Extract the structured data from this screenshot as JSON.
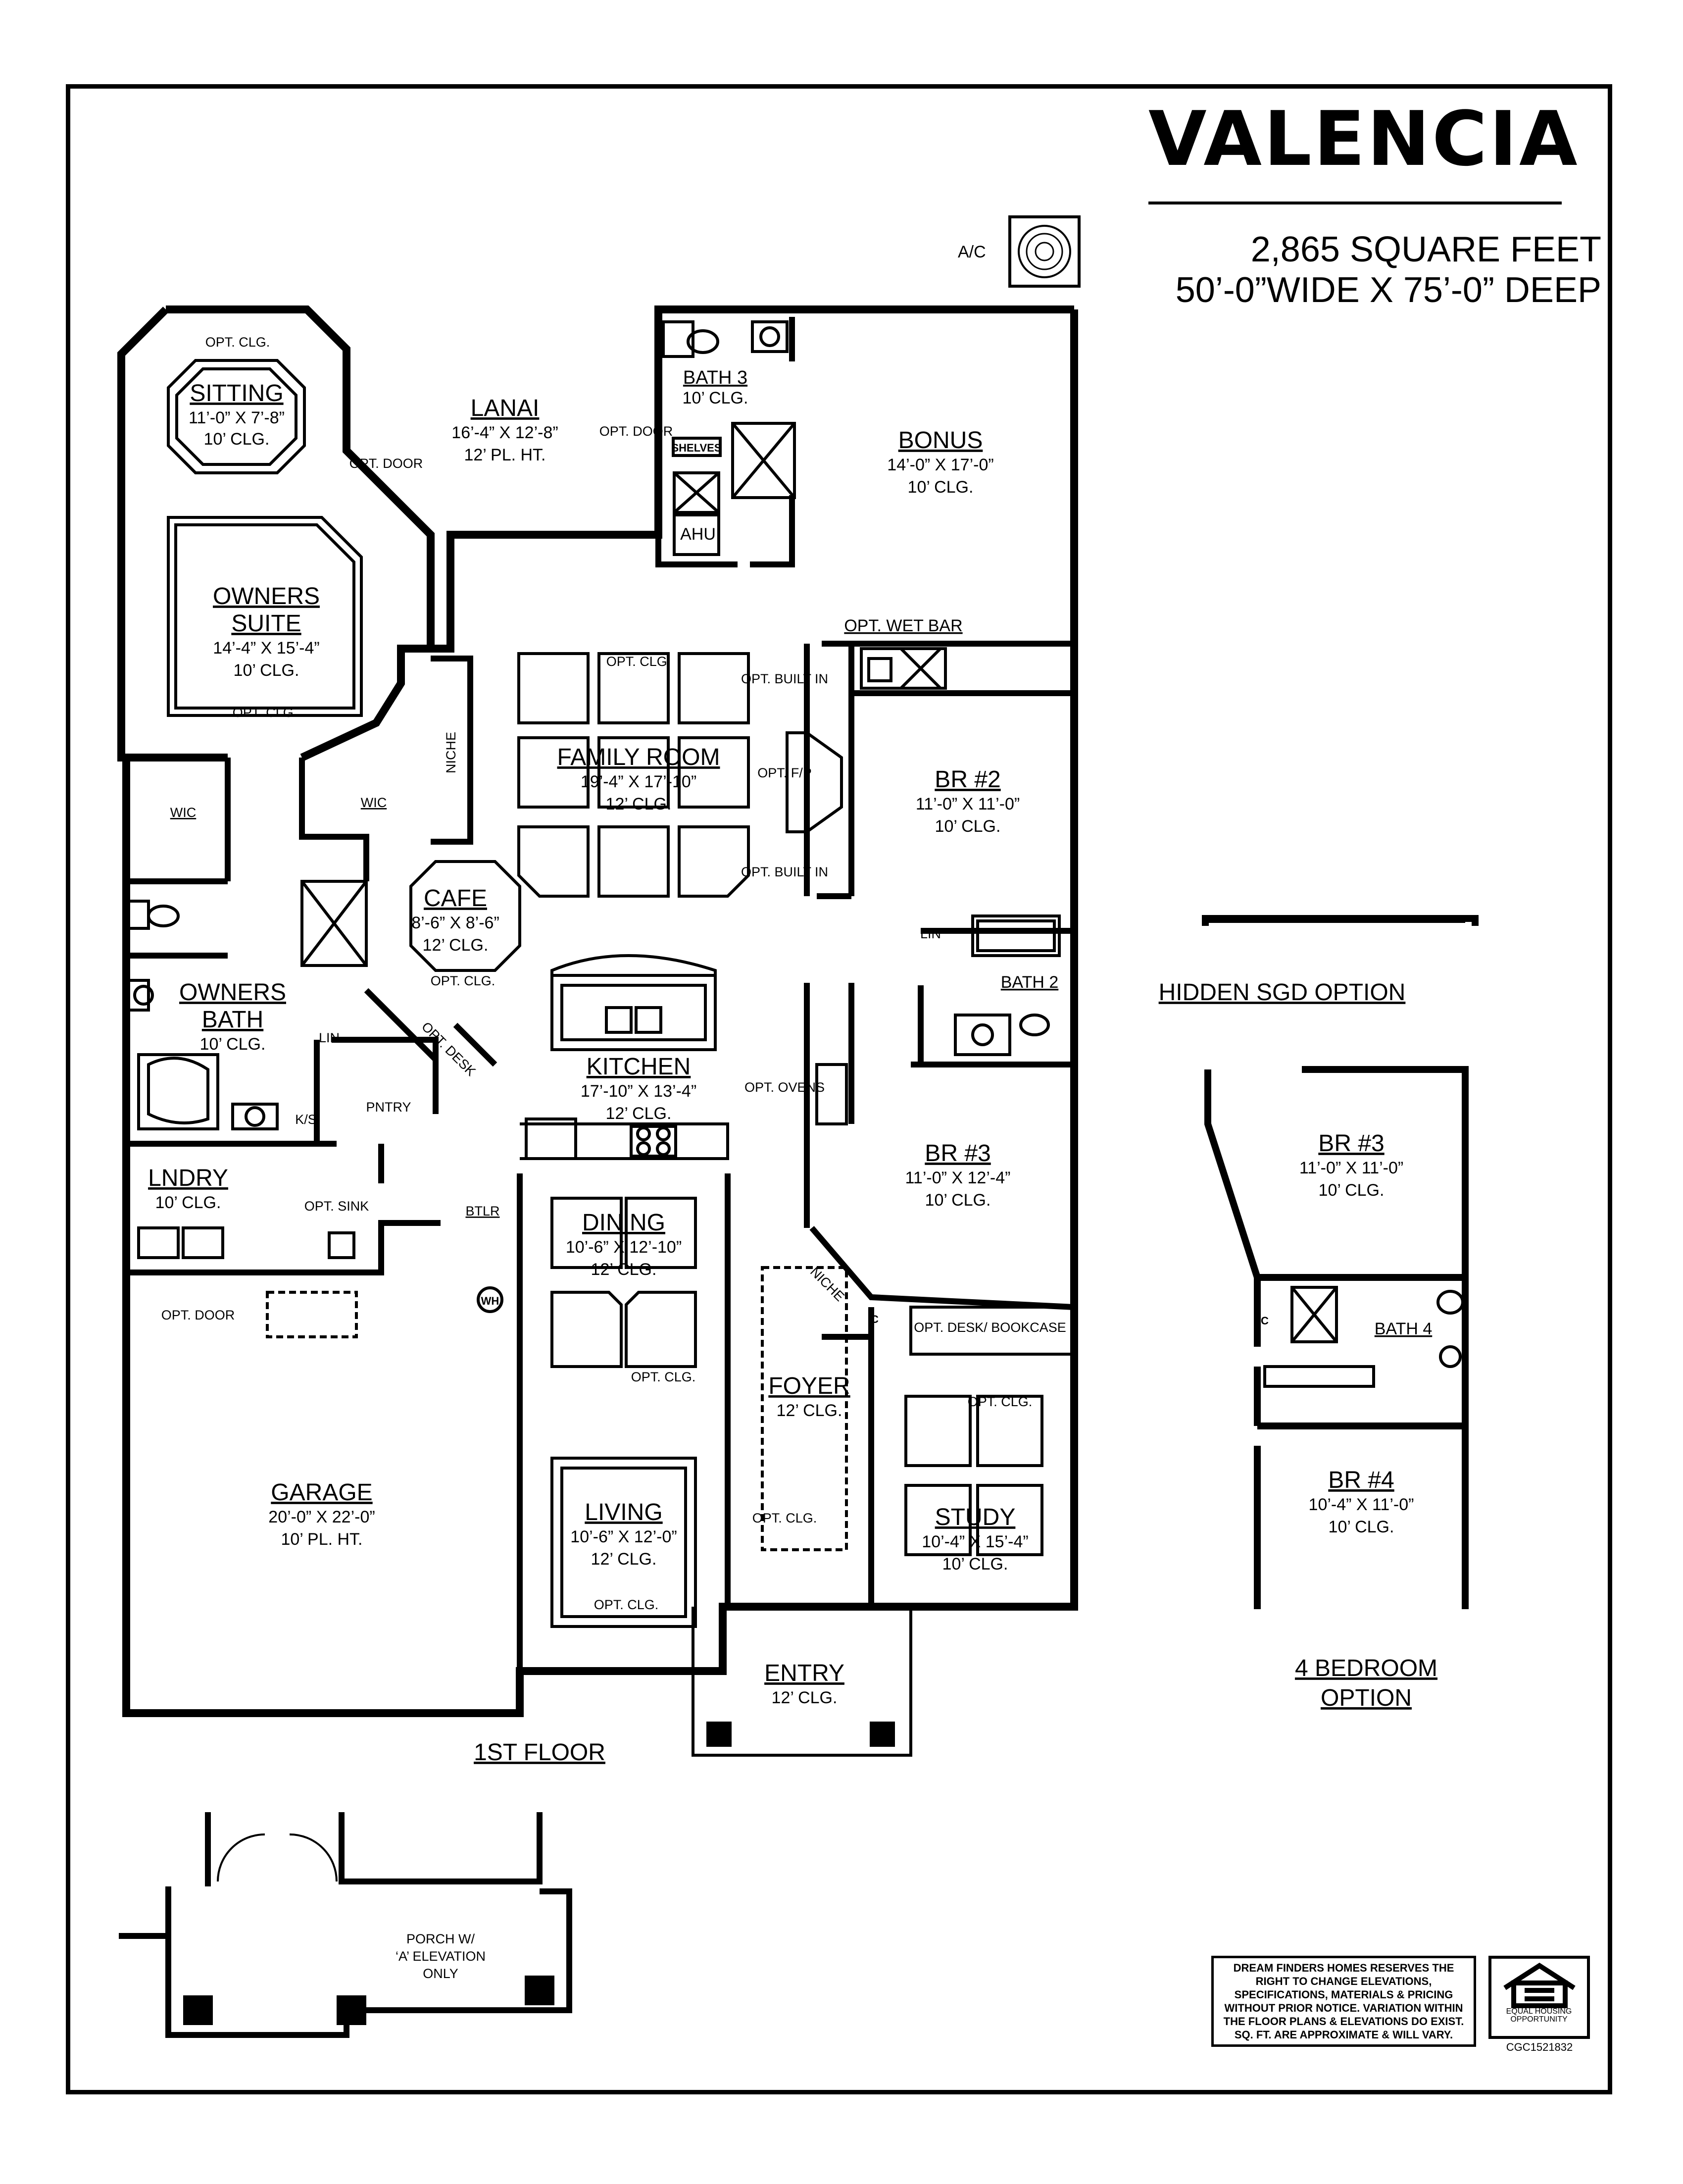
{
  "header": {
    "title": "VALENCIA",
    "sqft": "2,865 SQUARE FEET",
    "dimensions": "50’-0”WIDE X 75’-0” DEEP"
  },
  "equipment": {
    "ac_label": "A/C"
  },
  "rooms": {
    "sitting": {
      "name": "SITTING",
      "dim": "11’-0” X 7’-8”",
      "clg": "10’ CLG."
    },
    "lanai": {
      "name": "LANAI",
      "dim": "16’-4” X 12’-8”",
      "clg": "12’ PL. HT."
    },
    "bath3": {
      "name": "BATH 3",
      "clg": "10’ CLG."
    },
    "bonus": {
      "name": "BONUS",
      "dim": "14’-0” X 17’-0”",
      "clg": "10’ CLG."
    },
    "owners_suite": {
      "name1": "OWNERS",
      "name2": "SUITE",
      "dim": "14’-4” X 15’-4”",
      "clg": "10’ CLG."
    },
    "family": {
      "name": "FAMILY ROOM",
      "dim": "19’-4” X 17’-10”",
      "clg": "12’ CLG."
    },
    "br2": {
      "name": "BR #2",
      "dim": "11’-0” X 11’-0”",
      "clg": "10’ CLG."
    },
    "cafe": {
      "name": "CAFE",
      "dim": "8’-6” X 8’-6”",
      "clg": "12’ CLG."
    },
    "owners_bath": {
      "name1": "OWNERS",
      "name2": "BATH",
      "clg": "10’ CLG."
    },
    "bath2": {
      "name": "BATH 2"
    },
    "kitchen": {
      "name": "KITCHEN",
      "dim": "17’-10” X 13’-4”",
      "clg": "12’ CLG."
    },
    "br3": {
      "name": "BR #3",
      "dim": "11’-0” X 12’-4”",
      "clg": "10’ CLG."
    },
    "laundry": {
      "name": "LNDRY",
      "clg": "10’ CLG."
    },
    "dining": {
      "name": "DINING",
      "dim": "10’-6” X 12’-10”",
      "clg": "12’ CLG."
    },
    "foyer": {
      "name": "FOYER",
      "clg": "12’ CLG."
    },
    "garage": {
      "name": "GARAGE",
      "dim": "20’-0” X 22’-0”",
      "clg": "10’ PL. HT."
    },
    "living": {
      "name": "LIVING",
      "dim": "10’-6” X 12’-0”",
      "clg": "12’ CLG."
    },
    "study": {
      "name": "STUDY",
      "dim": "10’-4” X 15’-4”",
      "clg": "10’ CLG."
    },
    "entry": {
      "name": "ENTRY",
      "clg": "12’ CLG."
    }
  },
  "small_labels": {
    "opt_clg": "OPT. CLG.",
    "opt_door": "OPT. DOOR",
    "shelves": "SHELVES",
    "ahu": "AHU",
    "opt_wet_bar": "OPT. WET BAR",
    "opt_built_in": "OPT. BUILT IN",
    "opt_fp": "OPT. F/P",
    "niche": "NICHE",
    "wic": "WIC",
    "lin": "LIN",
    "opt_desk": "OPT. DESK",
    "pntry": "PNTRY",
    "ks": "K/S",
    "opt_ovens": "OPT. OVENS",
    "opt_sink": "OPT. SINK",
    "btlr": "BTLR",
    "wh": "WH",
    "c": "C",
    "opt_desk_bookcase": "OPT. DESK/ BOOKCASE"
  },
  "captions": {
    "first_floor": "1ST FLOOR",
    "hidden_sgd": "HIDDEN SGD OPTION",
    "four_bedroom_1": "4 BEDROOM",
    "four_bedroom_2": "OPTION",
    "porch_1": "PORCH W/",
    "porch_2": "‘A’ ELEVATION",
    "porch_3": "ONLY"
  },
  "option_rooms": {
    "br3": {
      "name": "BR #3",
      "dim": "11’-0” X 11’-0”",
      "clg": "10’ CLG."
    },
    "bath4": {
      "name": "BATH 4"
    },
    "br4": {
      "name": "BR #4",
      "dim": "10’-4” X 11’-0”",
      "clg": "10’ CLG."
    }
  },
  "footer": {
    "disclaimer": "DREAM FINDERS HOMES RESERVES THE RIGHT TO CHANGE ELEVATIONS, SPECIFICATIONS, MATERIALS & PRICING WITHOUT PRIOR NOTICE. VARIATION WITHIN THE FLOOR PLANS & ELEVATIONS DO EXIST. SQ. FT. ARE APPROXIMATE & WILL VARY.",
    "eho": "EQUAL HOUSING OPPORTUNITY",
    "license": "CGC1521832"
  }
}
